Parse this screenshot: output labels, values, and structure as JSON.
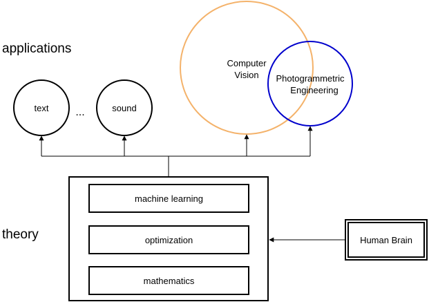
{
  "labels": {
    "applications": "applications",
    "theory": "theory"
  },
  "apps": {
    "text": "text",
    "ellipsis": "...",
    "sound": "sound"
  },
  "venn": {
    "cv_line1": "Computer",
    "cv_line2": "Vision",
    "pe_line1": "Photogrammetric",
    "pe_line2": "Engineering",
    "cv_color": "#F4B26A",
    "pe_color": "#0000CC"
  },
  "theory_layers": [
    "machine learning",
    "optimization",
    "mathematics"
  ],
  "human_brain": "Human Brain"
}
